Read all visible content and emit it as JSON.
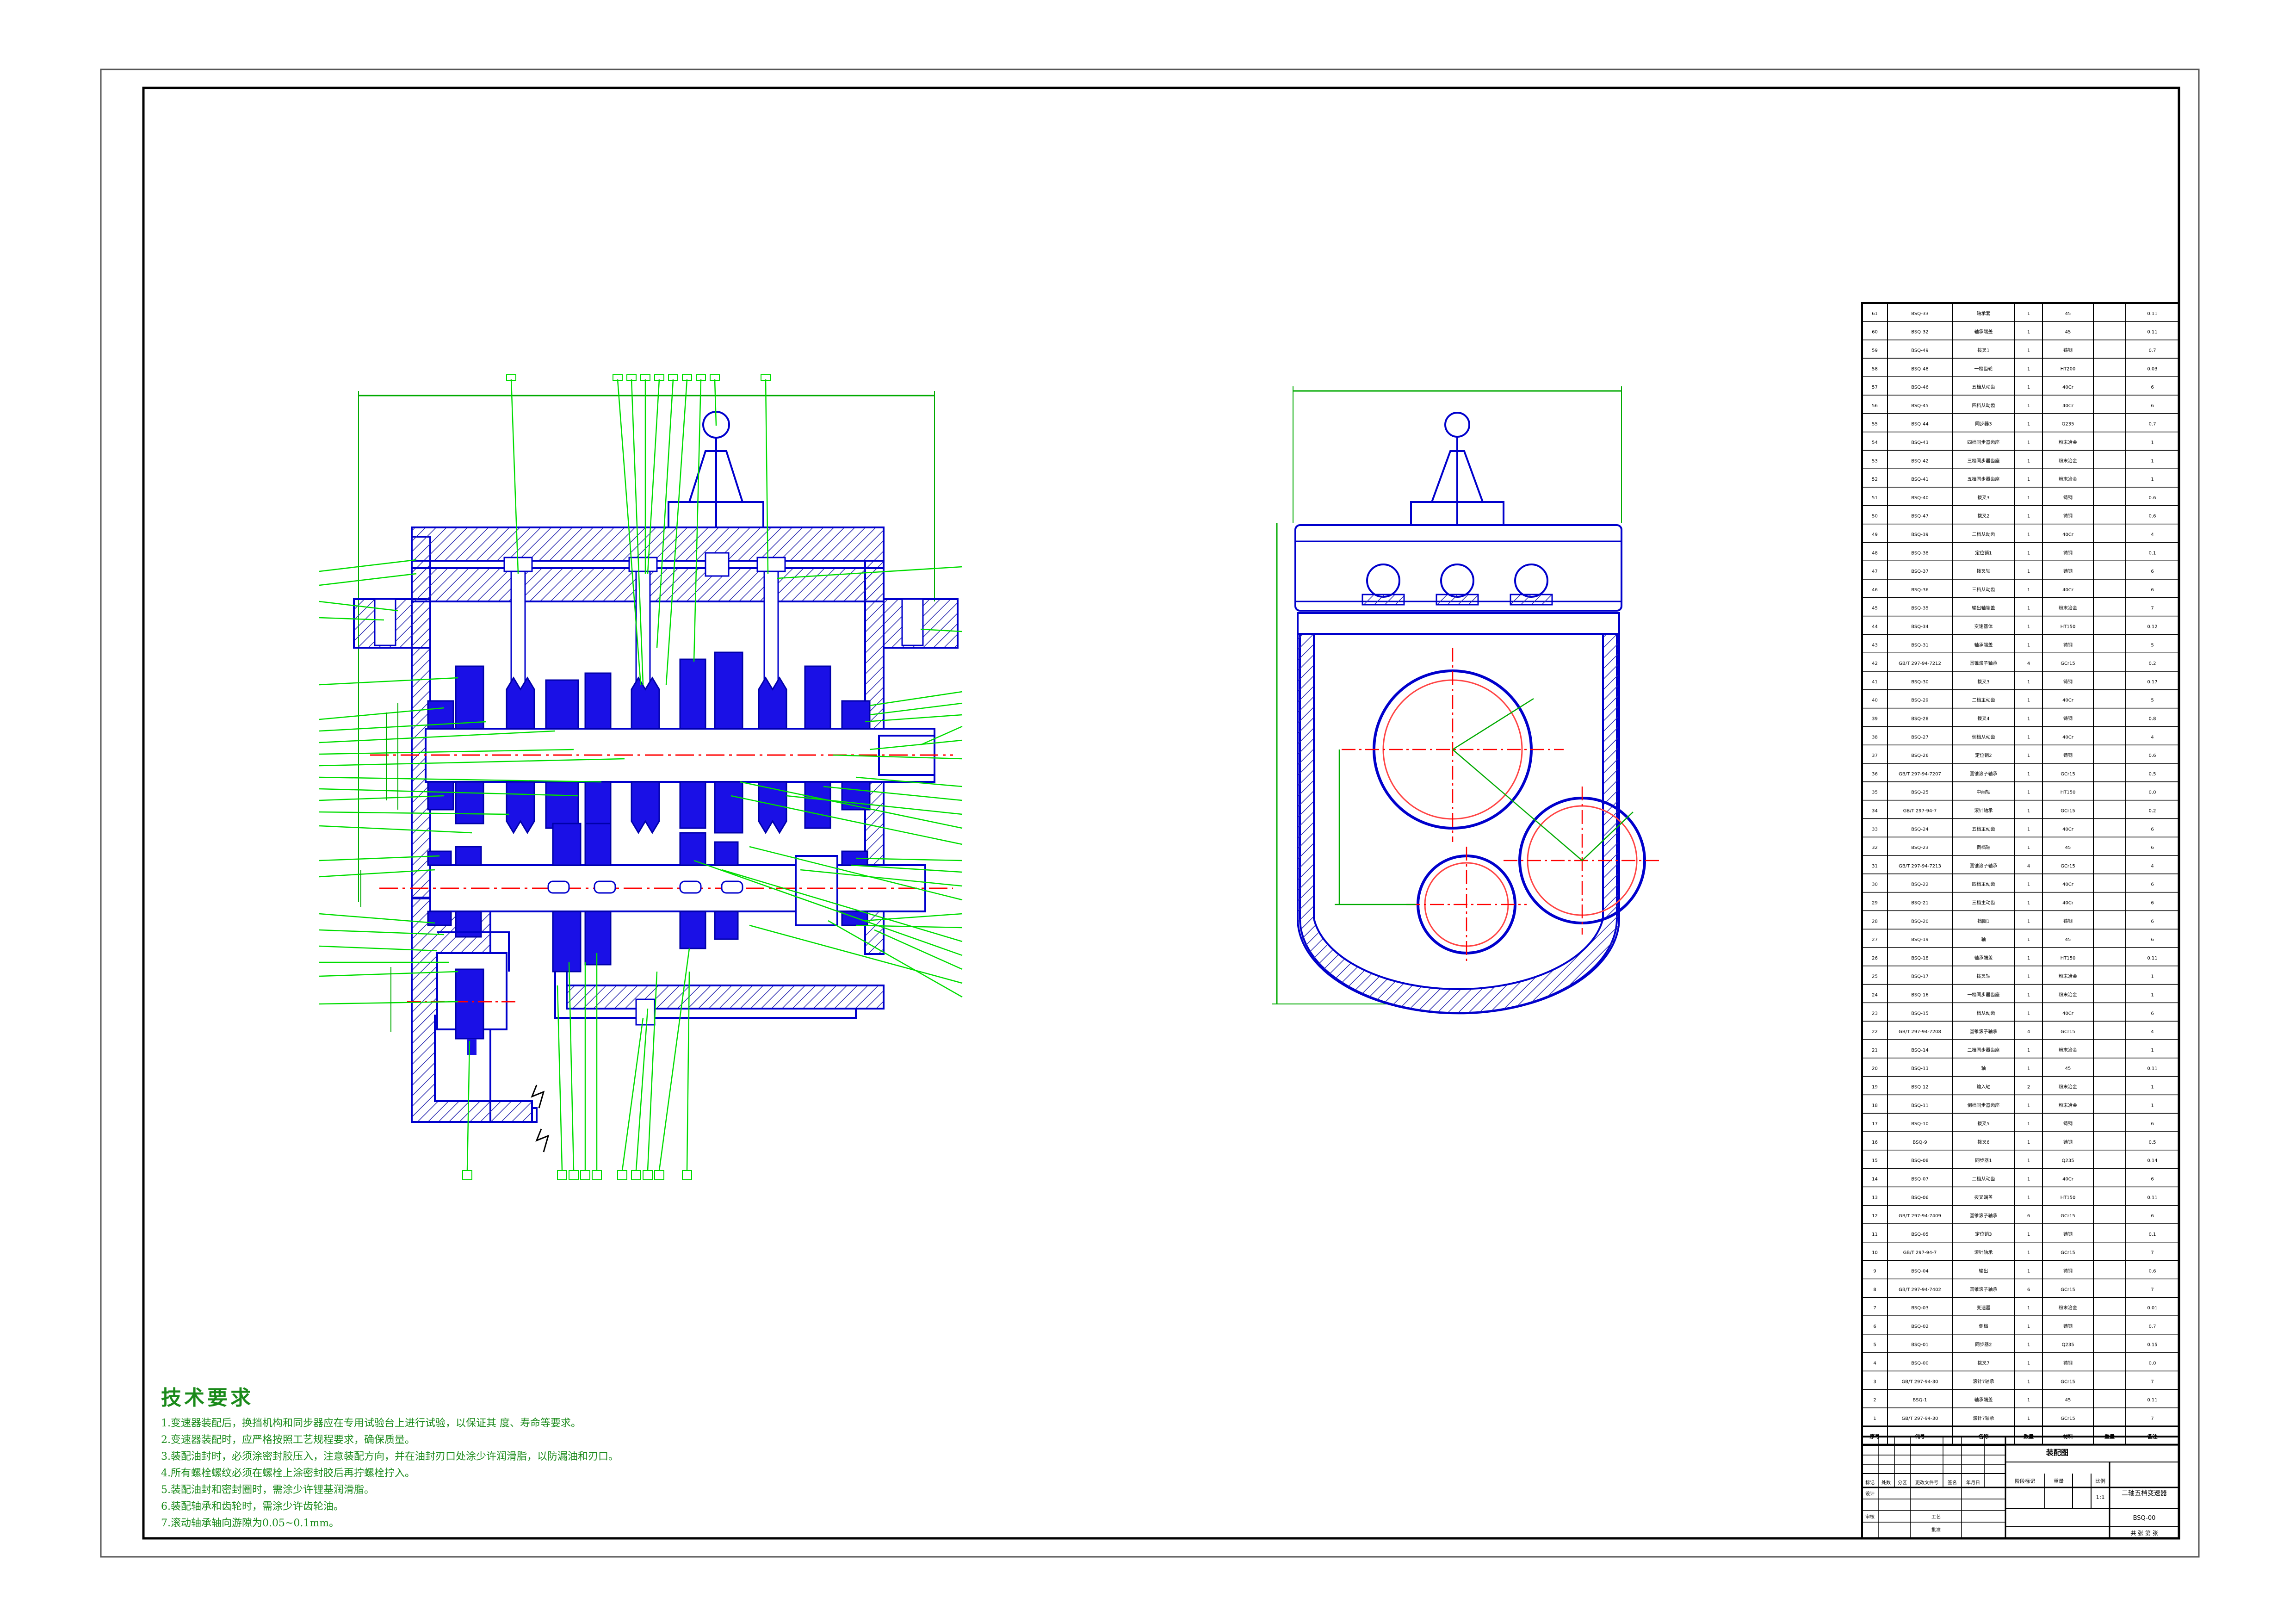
{
  "colors": {
    "border": "#000000",
    "body_outline": "#0000cc",
    "hatch": "#2222aa",
    "gear_fill": "#1a10e6",
    "shaft_fill": "#ffffff",
    "leader": "#00ee00",
    "center_line": "#ff0000",
    "dim": "#00aa00"
  },
  "tech_requirements": {
    "title": "技术要求",
    "items": [
      "1.变速器装配后，换挡机构和同步器应在专用试验台上进行试验，以保证其  度、寿命等要求。",
      "2.变速器装配时，应严格按照工艺规程要求，确保质量。",
      "3.装配油封时，必须涂密封胶压入，注意装配方向，并在油封刃口处涂少许润滑脂，以防漏油和刃口。",
      "4.所有螺栓螺纹必须在螺栓上涂密封胶后再拧螺栓拧入。",
      "5.装配油封和密封圈时，需涂少许锂基润滑脂。",
      "6.装配轴承和齿轮时，需涂少许齿轮油。",
      "7.滚动轴承轴向游隙为0.05~0.1mm。"
    ]
  },
  "title_block": {
    "name": "二轴五档变速器",
    "drawing_no": "BSQ-00",
    "scale": "1:1",
    "assembly_label": "装配图",
    "header_row": [
      "序号",
      "代号",
      "名称",
      "数量",
      "材料",
      "重量",
      "备注"
    ],
    "sheet_labels": [
      "标记",
      "处数",
      "分区",
      "更改文件号",
      "签名",
      "年月日"
    ],
    "role_labels": [
      "设计",
      "审核",
      "工艺",
      "批准"
    ],
    "stage_labels": [
      "阶段标记",
      "重量",
      "比例"
    ],
    "sheet_info": "共  张  第  张"
  },
  "parts_list": [
    {
      "no": "61",
      "code": "BSQ-33",
      "name": "轴承套",
      "qty": "1",
      "material": "45",
      "note": "0.11"
    },
    {
      "no": "60",
      "code": "BSQ-32",
      "name": "轴承端盖",
      "qty": "1",
      "material": "45",
      "note": "0.11"
    },
    {
      "no": "59",
      "code": "BSQ-49",
      "name": "拨叉1",
      "qty": "1",
      "material": "铸钢",
      "note": "0.7"
    },
    {
      "no": "58",
      "code": "BSQ-48",
      "name": "一档齿轮",
      "qty": "1",
      "material": "HT200",
      "note": "0.03"
    },
    {
      "no": "57",
      "code": "BSQ-46",
      "name": "五档从动齿",
      "qty": "1",
      "material": "40Cr",
      "note": "6"
    },
    {
      "no": "56",
      "code": "BSQ-45",
      "name": "四档从动齿",
      "qty": "1",
      "material": "40Cr",
      "note": "6"
    },
    {
      "no": "55",
      "code": "BSQ-44",
      "name": "同步器3",
      "qty": "1",
      "material": "Q235",
      "note": "0.7"
    },
    {
      "no": "54",
      "code": "BSQ-43",
      "name": "四档同步器齿座",
      "qty": "1",
      "material": "粉末冶金",
      "note": "1"
    },
    {
      "no": "53",
      "code": "BSQ-42",
      "name": "三档同步器齿座",
      "qty": "1",
      "material": "粉末冶金",
      "note": "1"
    },
    {
      "no": "52",
      "code": "BSQ-41",
      "name": "五档同步器齿座",
      "qty": "1",
      "material": "粉末冶金",
      "note": "1"
    },
    {
      "no": "51",
      "code": "BSQ-40",
      "name": "拨叉3",
      "qty": "1",
      "material": "铸钢",
      "note": "0.6"
    },
    {
      "no": "50",
      "code": "BSQ-47",
      "name": "拨叉2",
      "qty": "1",
      "material": "铸钢",
      "note": "0.6"
    },
    {
      "no": "49",
      "code": "BSQ-39",
      "name": "二档从动齿",
      "qty": "1",
      "material": "40Cr",
      "note": "4"
    },
    {
      "no": "48",
      "code": "BSQ-38",
      "name": "定位销1",
      "qty": "1",
      "material": "铸钢",
      "note": "0.1"
    },
    {
      "no": "47",
      "code": "BSQ-37",
      "name": "拨叉轴",
      "qty": "1",
      "material": "铸钢",
      "note": "6"
    },
    {
      "no": "46",
      "code": "BSQ-36",
      "name": "三档从动齿",
      "qty": "1",
      "material": "40Cr",
      "note": "6"
    },
    {
      "no": "45",
      "code": "BSQ-35",
      "name": "输出轴端盖",
      "qty": "1",
      "material": "粉末冶金",
      "note": "7"
    },
    {
      "no": "44",
      "code": "BSQ-34",
      "name": "变速器体",
      "qty": "1",
      "material": "HT150",
      "note": "0.12"
    },
    {
      "no": "43",
      "code": "BSQ-31",
      "name": "轴承端盖",
      "qty": "1",
      "material": "铸钢",
      "note": "5"
    },
    {
      "no": "42",
      "code": "GB/T 297-94-7212",
      "name": "圆锥滚子轴承",
      "qty": "4",
      "material": "GCr15",
      "note": "0.2"
    },
    {
      "no": "41",
      "code": "BSQ-30",
      "name": "拨叉3",
      "qty": "1",
      "material": "铸钢",
      "note": "0.17"
    },
    {
      "no": "40",
      "code": "BSQ-29",
      "name": "二档主动齿",
      "qty": "1",
      "material": "40Cr",
      "note": "5"
    },
    {
      "no": "39",
      "code": "BSQ-28",
      "name": "拨叉4",
      "qty": "1",
      "material": "铸钢",
      "note": "0.8"
    },
    {
      "no": "38",
      "code": "BSQ-27",
      "name": "倒档从动齿",
      "qty": "1",
      "material": "40Cr",
      "note": "4"
    },
    {
      "no": "37",
      "code": "BSQ-26",
      "name": "定位销2",
      "qty": "1",
      "material": "铸钢",
      "note": "0.6"
    },
    {
      "no": "36",
      "code": "GB/T 297-94-7207",
      "name": "圆锥滚子轴承",
      "qty": "1",
      "material": "GCr15",
      "note": "0.5"
    },
    {
      "no": "35",
      "code": "BSQ-25",
      "name": "中间轴",
      "qty": "1",
      "material": "HT150",
      "note": "0.0"
    },
    {
      "no": "34",
      "code": "GB/T 297-94-7",
      "name": "滚针轴承",
      "qty": "1",
      "material": "GCr15",
      "note": "0.2"
    },
    {
      "no": "33",
      "code": "BSQ-24",
      "name": "五档主动齿",
      "qty": "1",
      "material": "40Cr",
      "note": "6"
    },
    {
      "no": "32",
      "code": "BSQ-23",
      "name": "倒档轴",
      "qty": "1",
      "material": "45",
      "note": "6"
    },
    {
      "no": "31",
      "code": "GB/T 297-94-7213",
      "name": "圆锥滚子轴承",
      "qty": "4",
      "material": "GCr15",
      "note": "4"
    },
    {
      "no": "30",
      "code": "BSQ-22",
      "name": "四档主动齿",
      "qty": "1",
      "material": "40Cr",
      "note": "6"
    },
    {
      "no": "29",
      "code": "BSQ-21",
      "name": "三档主动齿",
      "qty": "1",
      "material": "40Cr",
      "note": "6"
    },
    {
      "no": "28",
      "code": "BSQ-20",
      "name": "挡圈1",
      "qty": "1",
      "material": "铸钢",
      "note": "6"
    },
    {
      "no": "27",
      "code": "BSQ-19",
      "name": "轴",
      "qty": "1",
      "material": "45",
      "note": "6"
    },
    {
      "no": "26",
      "code": "BSQ-18",
      "name": "轴承端盖",
      "qty": "1",
      "material": "HT150",
      "note": "0.11"
    },
    {
      "no": "25",
      "code": "BSQ-17",
      "name": "拨叉轴",
      "qty": "1",
      "material": "粉末冶金",
      "note": "1"
    },
    {
      "no": "24",
      "code": "BSQ-16",
      "name": "一档同步器齿座",
      "qty": "1",
      "material": "粉末冶金",
      "note": "1"
    },
    {
      "no": "23",
      "code": "BSQ-15",
      "name": "一档从动齿",
      "qty": "1",
      "material": "40Cr",
      "note": "6"
    },
    {
      "no": "22",
      "code": "GB/T 297-94-7208",
      "name": "圆锥滚子轴承",
      "qty": "4",
      "material": "GCr15",
      "note": "4"
    },
    {
      "no": "21",
      "code": "BSQ-14",
      "name": "二档同步器齿座",
      "qty": "1",
      "material": "粉末冶金",
      "note": "1"
    },
    {
      "no": "20",
      "code": "BSQ-13",
      "name": "轴",
      "qty": "1",
      "material": "45",
      "note": "0.11"
    },
    {
      "no": "19",
      "code": "BSQ-12",
      "name": "输入轴",
      "qty": "2",
      "material": "粉末冶金",
      "note": "1"
    },
    {
      "no": "18",
      "code": "BSQ-11",
      "name": "倒档同步器齿座",
      "qty": "1",
      "material": "粉末冶金",
      "note": "1"
    },
    {
      "no": "17",
      "code": "BSQ-10",
      "name": "拨叉5",
      "qty": "1",
      "material": "铸钢",
      "note": "6"
    },
    {
      "no": "16",
      "code": "BSQ-9",
      "name": "拨叉6",
      "qty": "1",
      "material": "铸钢",
      "note": "0.5"
    },
    {
      "no": "15",
      "code": "BSQ-08",
      "name": "同步器1",
      "qty": "1",
      "material": "Q235",
      "note": "0.14"
    },
    {
      "no": "14",
      "code": "BSQ-07",
      "name": "二档从动齿",
      "qty": "1",
      "material": "40Cr",
      "note": "6"
    },
    {
      "no": "13",
      "code": "BSQ-06",
      "name": "拨叉端盖",
      "qty": "1",
      "material": "HT150",
      "note": "0.11"
    },
    {
      "no": "12",
      "code": "GB/T 297-94-7409",
      "name": "圆锥滚子轴承",
      "qty": "6",
      "material": "GCr15",
      "note": "6"
    },
    {
      "no": "11",
      "code": "BSQ-05",
      "name": "定位销3",
      "qty": "1",
      "material": "铸钢",
      "note": "0.1"
    },
    {
      "no": "10",
      "code": "GB/T 297-94-7",
      "name": "滚针轴承",
      "qty": "1",
      "material": "GCr15",
      "note": "7"
    },
    {
      "no": "9",
      "code": "BSQ-04",
      "name": "输出",
      "qty": "1",
      "material": "铸钢",
      "note": "0.6"
    },
    {
      "no": "8",
      "code": "GB/T 297-94-7402",
      "name": "圆锥滚子轴承",
      "qty": "6",
      "material": "GCr15",
      "note": "7"
    },
    {
      "no": "7",
      "code": "BSQ-03",
      "name": "变速器",
      "qty": "1",
      "material": "粉末冶金",
      "note": "0.01"
    },
    {
      "no": "6",
      "code": "BSQ-02",
      "name": "倒档",
      "qty": "1",
      "material": "铸钢",
      "note": "0.7"
    },
    {
      "no": "5",
      "code": "BSQ-01",
      "name": "同步器2",
      "qty": "1",
      "material": "Q235",
      "note": "0.15"
    },
    {
      "no": "4",
      "code": "BSQ-00",
      "name": "拨叉7",
      "qty": "1",
      "material": "铸钢",
      "note": "0.0"
    },
    {
      "no": "3",
      "code": "GB/T 297-94-30",
      "name": "滚针7轴承",
      "qty": "1",
      "material": "GCr15",
      "note": "7"
    },
    {
      "no": "2",
      "code": "BSQ-1",
      "name": "轴承端盖",
      "qty": "1",
      "material": "45",
      "note": "0.11"
    },
    {
      "no": "1",
      "code": "GB/T 297-94-30",
      "name": "滚针7轴承",
      "qty": "1",
      "material": "GCr15",
      "note": "7"
    }
  ]
}
